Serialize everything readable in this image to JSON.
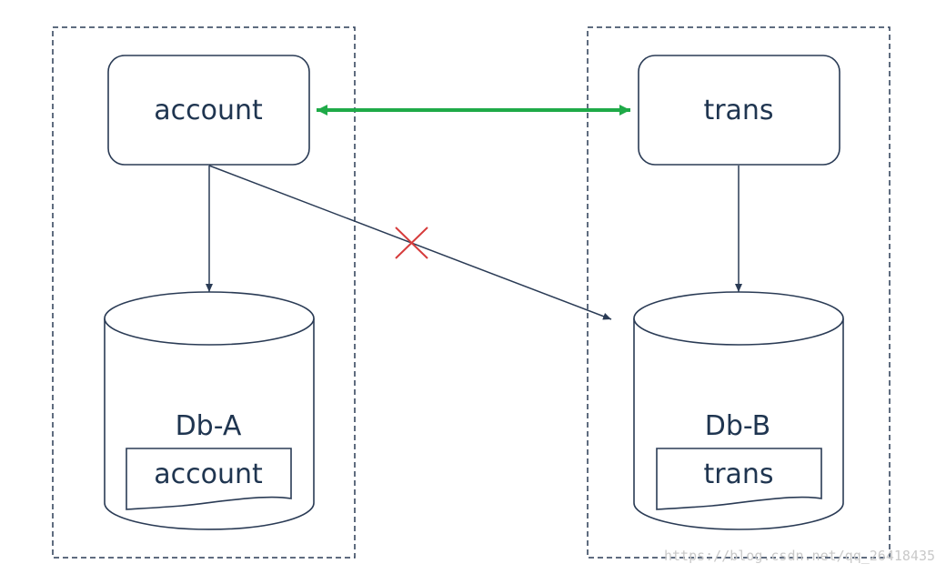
{
  "services": {
    "account": {
      "label": "account"
    },
    "trans": {
      "label": "trans"
    }
  },
  "databases": {
    "a": {
      "name": "Db-A",
      "table": "account"
    },
    "b": {
      "name": "Db-B",
      "table": "trans"
    }
  },
  "watermark": "https://blog.csdn.net/qq_26418435",
  "colors": {
    "stroke": "#2a3b55",
    "text": "#1f3550",
    "sync_arrow": "#1faa48",
    "forbidden_cross": "#d63b3b"
  },
  "icons": {
    "forbidden": "x-cross-icon"
  }
}
